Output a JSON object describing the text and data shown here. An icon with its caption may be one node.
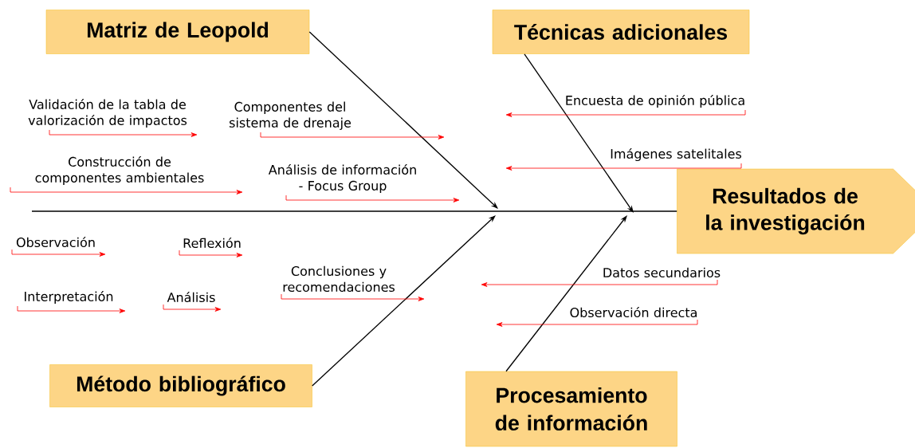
{
  "diagram": {
    "nodes": [
      {
        "text": [
          "Matriz de Leopold"
        ]
      },
      {
        "text": [
          "Técnicas adicionales"
        ]
      },
      {
        "text": [
          "Resultados de la investigación"
        ]
      },
      {
        "text": [
          "Método bibliográfico"
        ]
      },
      {
        "text": [
          "Procesamiento de información"
        ]
      },
      {
        "text": [
          "Validación de la tabla de valorización de impactos"
        ]
      },
      {
        "text": [
          "Componentes del sistema de drenaje"
        ]
      },
      {
        "text": [
          "Construcción de componentes ambientales"
        ]
      },
      {
        "text": [
          "Análisis de información - Focus Group"
        ]
      },
      {
        "text": [
          "Observación"
        ]
      },
      {
        "text": [
          "Reflexión"
        ]
      },
      {
        "text": [
          "Conclusiones y recomendaciones"
        ]
      },
      {
        "text": [
          "Interpretación"
        ]
      },
      {
        "text": [
          "Análisis"
        ]
      },
      {
        "text": [
          "Encuesta de opinión pública"
        ]
      },
      {
        "text": [
          "Imágenes satelitales"
        ]
      },
      {
        "text": [
          "Datos secundarios"
        ]
      },
      {
        "text": [
          "Observación directa"
        ]
      }
    ],
    "edges": [
      {
        "from": null,
        "to": 2,
        "arrow": "none",
        "color": "#000000"
      },
      {
        "from": 0,
        "to": null,
        "arrow": "to",
        "color": "#000000"
      },
      {
        "from": 1,
        "to": null,
        "arrow": "to",
        "color": "#000000"
      },
      {
        "from": 3,
        "to": null,
        "arrow": "to",
        "color": "#000000"
      },
      {
        "from": 4,
        "to": null,
        "arrow": "to",
        "color": "#000000"
      },
      {
        "from": 5,
        "to": null,
        "arrow": "to",
        "color": "#ff0000"
      },
      {
        "from": 6,
        "to": null,
        "arrow": "to",
        "color": "#ff0000"
      },
      {
        "from": 7,
        "to": null,
        "arrow": "to",
        "color": "#ff0000"
      },
      {
        "from": 8,
        "to": null,
        "arrow": "to",
        "color": "#ff0000"
      },
      {
        "from": 9,
        "to": null,
        "arrow": "to",
        "color": "#ff0000"
      },
      {
        "from": 10,
        "to": null,
        "arrow": "to",
        "color": "#ff0000"
      },
      {
        "from": 11,
        "to": null,
        "arrow": "to",
        "color": "#ff0000"
      },
      {
        "from": 12,
        "to": null,
        "arrow": "to",
        "color": "#ff0000"
      },
      {
        "from": 13,
        "to": null,
        "arrow": "to",
        "color": "#ff0000"
      },
      {
        "from": 14,
        "to": null,
        "arrow": "to",
        "color": "#ff0000"
      },
      {
        "from": 15,
        "to": null,
        "arrow": "to",
        "color": "#ff0000"
      },
      {
        "from": 16,
        "to": null,
        "arrow": "to",
        "color": "#ff0000"
      },
      {
        "from": 17,
        "to": null,
        "arrow": "to",
        "color": "#ff0000"
      }
    ]
  }
}
